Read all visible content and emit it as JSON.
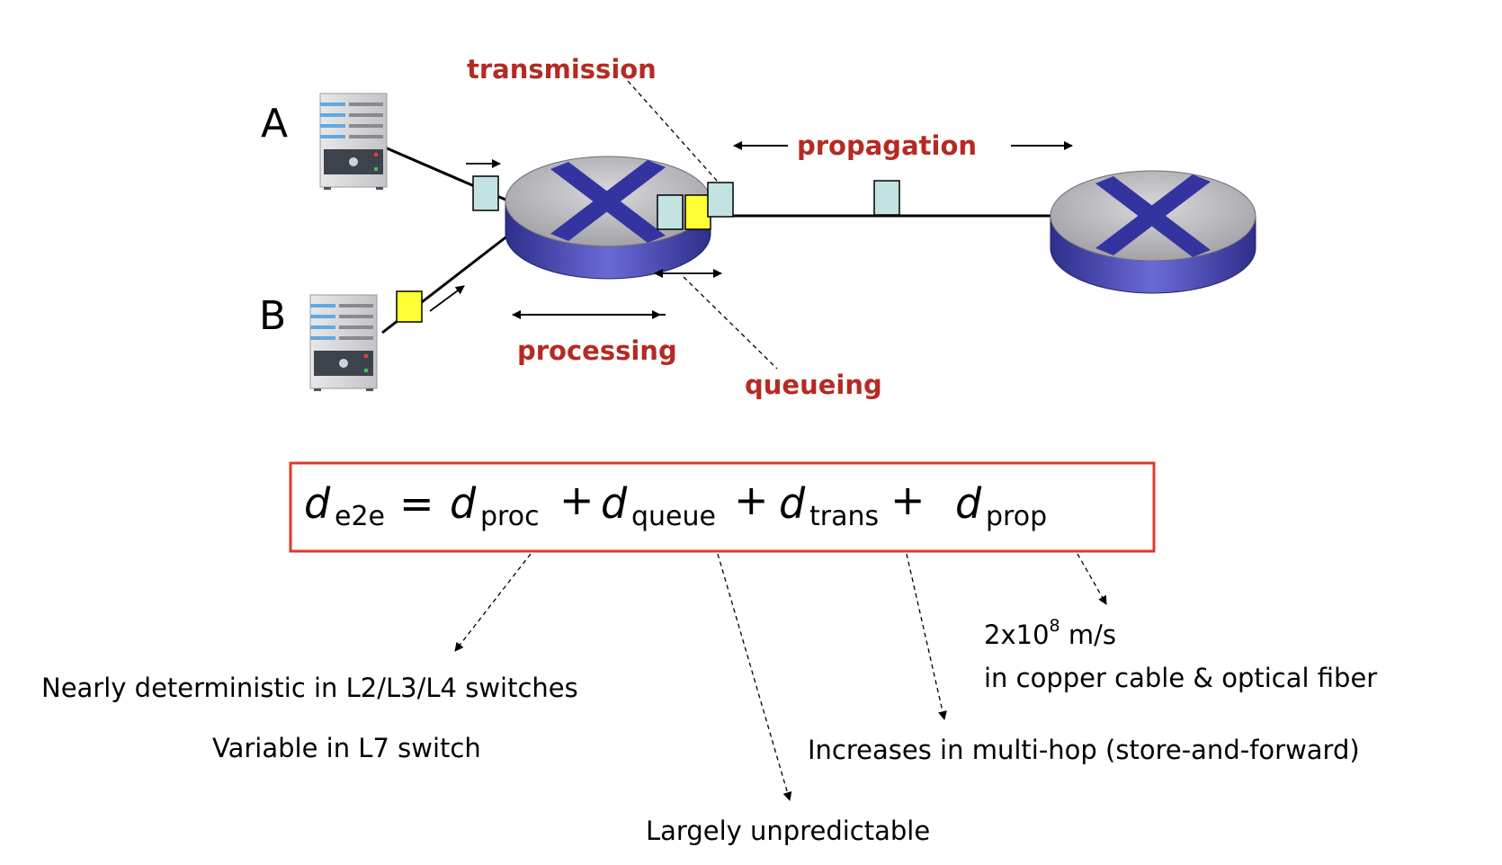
{
  "hosts": {
    "a_label": "A",
    "b_label": "B"
  },
  "delay_labels": {
    "transmission": "transmission",
    "propagation": "propagation",
    "processing": "processing",
    "queueing": "queueing"
  },
  "equation": {
    "d": "d",
    "sub_e2e": "e2e",
    "equals": "=",
    "plus": "+",
    "sub_proc": "proc",
    "sub_queue": "queue",
    "sub_trans": "trans",
    "sub_prop": "prop"
  },
  "notes": {
    "proc_line1": "Nearly deterministic in L2/L3/L4 switches",
    "proc_line2": "Variable in L7 switch",
    "queue": "Largely unpredictable",
    "trans": "Increases in multi-hop (store-and-forward)",
    "prop_speed_base": "2x10",
    "prop_speed_exp": "8",
    "prop_speed_unit": " m/s",
    "prop_medium": "in copper cable & optical fiber"
  },
  "colors": {
    "label_red": "#b52a22",
    "equation_box_border": "#e0392b",
    "router_body": "#3b3ba0",
    "router_top": "#b4b4b8",
    "packet_blue": "#c3e3e3",
    "packet_yellow": "#ffff33"
  }
}
